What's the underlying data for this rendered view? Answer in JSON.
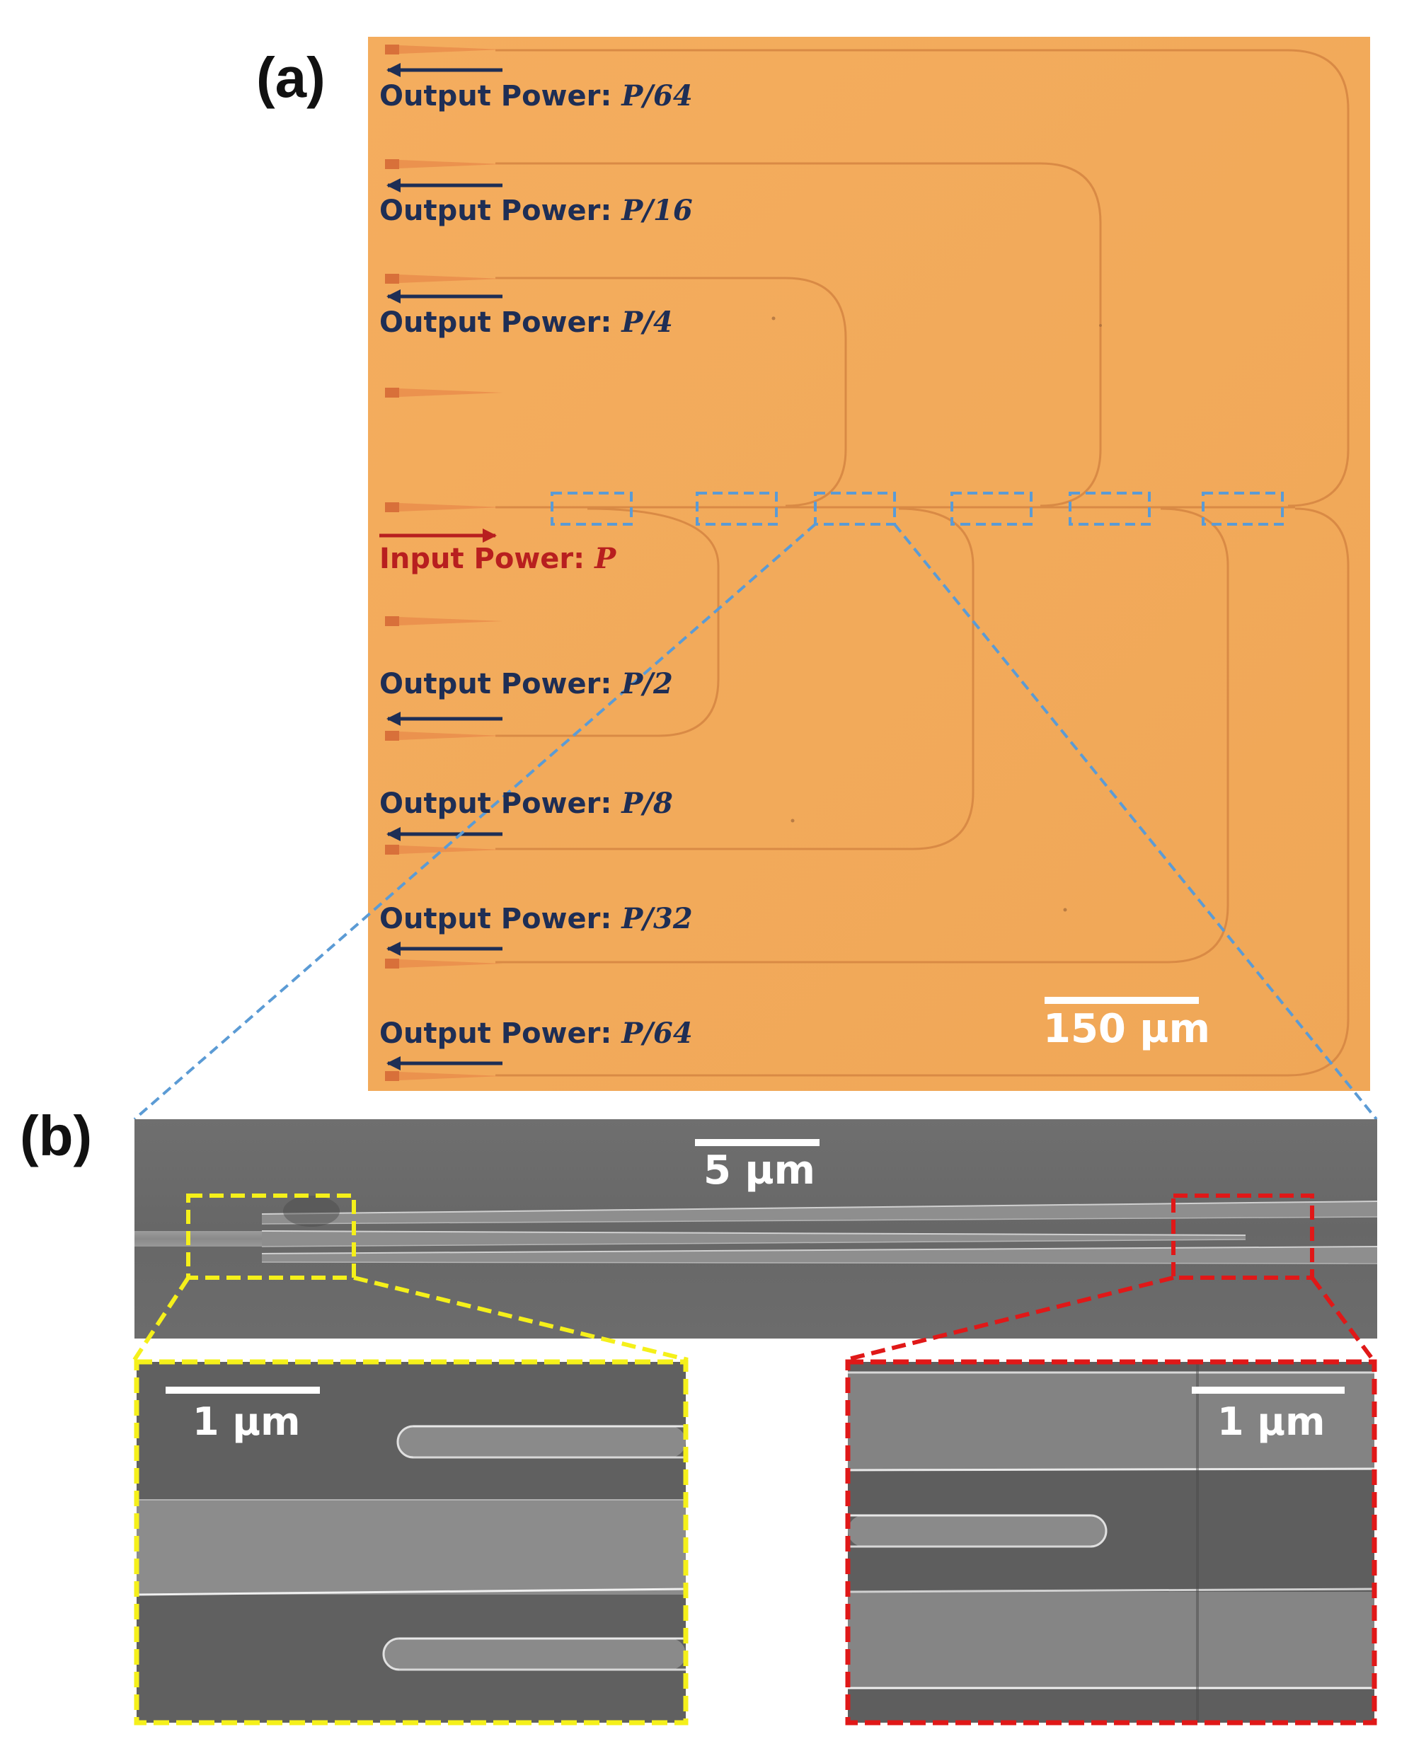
{
  "panel_a": {
    "label": "(a)",
    "scale_bar": "150 µm",
    "input": {
      "prefix": "Input Power:",
      "value": "P"
    },
    "outputs": [
      {
        "prefix": "Output Power:",
        "value": "P/64"
      },
      {
        "prefix": "Output Power:",
        "value": "P/16"
      },
      {
        "prefix": "Output Power:",
        "value": "P/4"
      },
      {
        "prefix": "Output Power:",
        "value": "P/2"
      },
      {
        "prefix": "Output Power:",
        "value": "P/8"
      },
      {
        "prefix": "Output Power:",
        "value": "P/32"
      },
      {
        "prefix": "Output Power:",
        "value": "P/64"
      }
    ]
  },
  "panel_b": {
    "label": "(b)",
    "scale_bar_main": "5 µm",
    "scale_bar_left": "1 µm",
    "scale_bar_right": "1 µm"
  },
  "colors": {
    "chip": "#f2ab5c",
    "waveguide": "#d98a45",
    "output_arrow": "#1e2e55",
    "input_arrow": "#b81f1f",
    "highlight_box": "#5b9bd5",
    "yellow_box": "#f5f01a",
    "red_box": "#e01818",
    "sem": "#6a6a6a"
  }
}
